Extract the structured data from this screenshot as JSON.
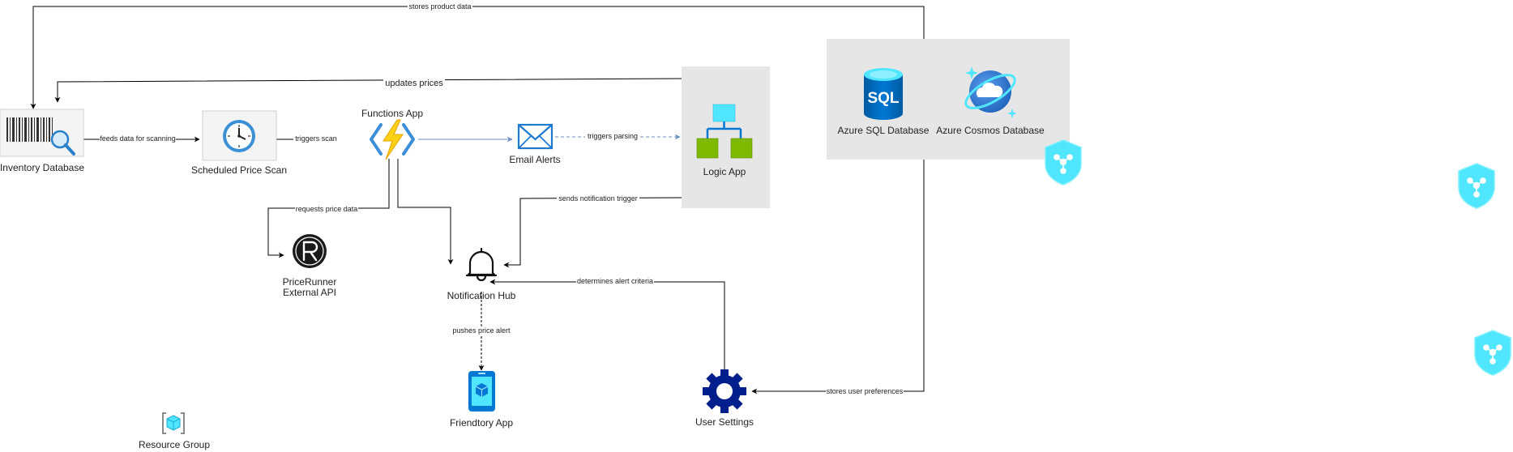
{
  "nodes": {
    "inventory": "Inventory Database",
    "scan": "Scheduled Price Scan",
    "functions": "Functions App",
    "email": "Email Alerts",
    "logic": "Logic App",
    "sql": "Azure SQL Database",
    "sql_icon_text": "SQL",
    "cosmos": "Azure Cosmos Database",
    "pricerunner_line1": "PriceRunner",
    "pricerunner_line2": "External API",
    "hub": "Notification Hub",
    "friendtory": "Friendtory App",
    "settings": "User Settings",
    "resource_group": "Resource Group"
  },
  "edges": {
    "stores_product": "stores product data",
    "updates_prices": "updates prices",
    "feeds_data": "feeds data for scanning",
    "triggers_scan": "triggers scan",
    "triggers_parsing": "triggers parsing",
    "requests_price": "requests price data",
    "sends_notification": "sends notification trigger",
    "determines_alert": "determines alert criteria",
    "pushes_alert": "pushes price alert",
    "stores_prefs": "stores user preferences"
  },
  "colors": {
    "container_fill": "#e6e6e6",
    "edge": "#000000",
    "edge_blue": "#6c8ebf",
    "azure_blue": "#0078d4",
    "shield_cyan": "#50e6ff",
    "logic_green": "#7fba00",
    "logic_top": "#50e6ff",
    "gear_navy": "#001e8c",
    "func_yellow": "#fcd116"
  },
  "icons": {
    "inventory": "barcode-magnifier-icon",
    "scan": "clock-icon",
    "functions": "lightning-bolt-icon",
    "email": "envelope-icon",
    "logic": "logic-app-icon",
    "sql": "sql-database-icon",
    "cosmos": "cosmos-db-icon",
    "pricerunner": "pricerunner-logo-icon",
    "hub": "bell-icon",
    "friendtory": "mobile-app-icon",
    "settings": "gear-icon",
    "resource_group": "resource-group-icon",
    "shield": "shield-network-icon"
  }
}
